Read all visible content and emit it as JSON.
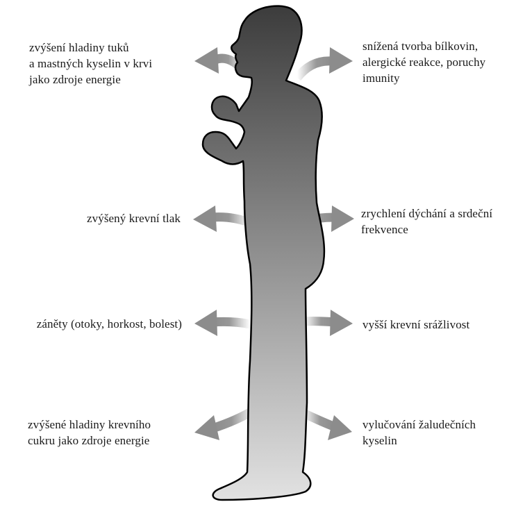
{
  "colors": {
    "figure_top": "#3c3c3c",
    "figure_bottom": "#e2e2e2",
    "outline": "#000000",
    "arrow": "#8c8c8c"
  },
  "labels": {
    "left_top": "zvýšení hladiny tuků\na mastných kyselin v krvi\njako zdroje energie",
    "left_mid_upper": "zvýšený krevní tlak",
    "left_mid_lower": "záněty (otoky, horkost, bolest)",
    "left_bottom": "zvýšené hladiny krevního\ncukru jako zdroje energie",
    "right_top": "snížená tvorba bílkovin,\nalergické reakce, poruchy\nimunity",
    "right_mid_upper": "zrychlení dýchání a srdeční\nfrekvence",
    "right_mid_lower": "vyšší krevní srážlivost",
    "right_bottom": "vylučování žaludečních\nkyselin"
  },
  "icons": {
    "figure": "standing-man-silhouette-icon",
    "arrow": "curved-arrow-icon"
  }
}
